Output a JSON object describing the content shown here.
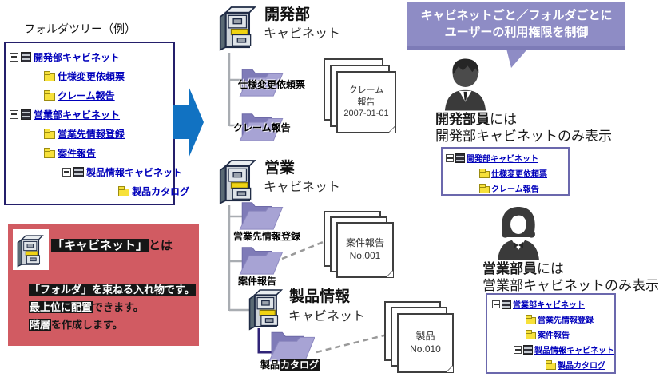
{
  "colors": {
    "accent_purple": "#8e8cc5",
    "accent_red": "#d15b62",
    "arrow_blue": "#1172c2",
    "link_blue": "#0000bb",
    "folder_purple": "#a7a3d4"
  },
  "banner": {
    "line1": "キャビネットごと／フォルダごとに",
    "line2": "ユーザーの利用権限を制御"
  },
  "folder_tree_panel": {
    "title": "フォルダツリー（例）",
    "rows": [
      "開発部キャビネット",
      "仕様変更依頼票",
      "クレーム報告",
      "営業部キャビネット",
      "営業先情報登録",
      "案件報告",
      "製品情報キャビネット",
      "製品カタログ"
    ]
  },
  "sections": [
    {
      "title": "開発部",
      "subtitle": "キャビネット",
      "folders": [
        "仕様変更依頼票",
        "クレーム報告"
      ]
    },
    {
      "title": "営業",
      "subtitle": "キャビネット",
      "folders": [
        "営業先情報登録",
        "案件報告"
      ]
    },
    {
      "title": "製品情報",
      "subtitle": "キャビネット",
      "folder_prefix": "製品",
      "folder_hl": "カタログ"
    }
  ],
  "doc_stacks": [
    {
      "lines": [
        "クレーム",
        "報告",
        "2007-01-01"
      ]
    },
    {
      "lines": [
        "案件報告",
        "No.001"
      ]
    },
    {
      "lines": [
        "製品",
        "No.010"
      ]
    }
  ],
  "user_callouts": [
    {
      "name_bold": "開発部員",
      "name_rest": "には",
      "caption": "開発部キャビネットのみ表示",
      "tree_rows": [
        "開発部キャビネット",
        "仕様変更依頼票",
        "クレーム報告"
      ]
    },
    {
      "name_bold": "営業部員",
      "name_rest": "には",
      "caption": "営業部キャビネットのみ表示",
      "tree_rows": [
        "営業部キャビネット",
        "営業先情報登録",
        "案件報告",
        "製品情報キャビネット",
        "製品カタログ"
      ]
    }
  ],
  "info_box": {
    "title_hl": "「キャビネット」",
    "title_rest": "とは",
    "line1_hl": "「フォルダ」を束ねる入れ物です。",
    "line2_hl": "最上位に配置",
    "line2_rest": "できます。",
    "line3_hl": "階層",
    "line3_rest": "を作成します。"
  }
}
